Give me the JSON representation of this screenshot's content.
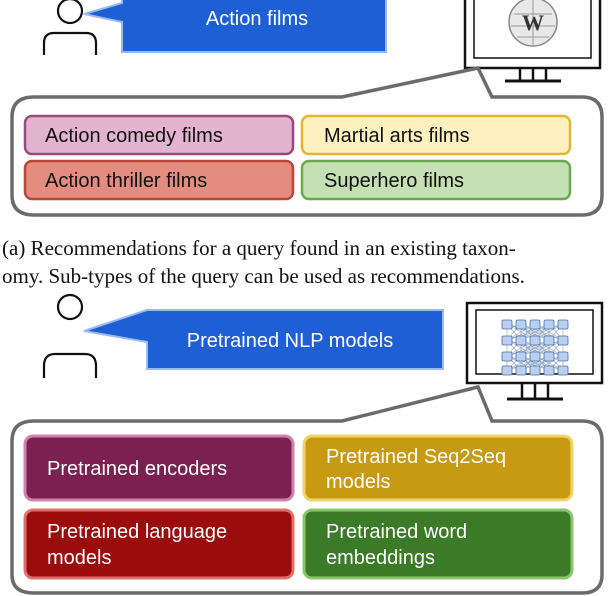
{
  "panel_a": {
    "query": "Action films",
    "recommendations": [
      "Action comedy films",
      "Martial arts films",
      "Action thriller films",
      "Superhero films"
    ],
    "caption_line1": "(a) Recommendations for a query found in an existing taxon-",
    "caption_line2": "omy. Sub-types of the query can be used as recommendations.",
    "monitor_icon": "wikipedia-globe-icon"
  },
  "panel_b": {
    "query": "Pretrained NLP models",
    "recommendations": [
      {
        "line1": "Pretrained encoders",
        "line2": ""
      },
      {
        "line1": "Pretrained Seq2Seq",
        "line2": "models"
      },
      {
        "line1": "Pretrained language",
        "line2": "models"
      },
      {
        "line1": "Pretrained word",
        "line2": "embeddings"
      }
    ],
    "monitor_icon": "neural-network-icon"
  },
  "colors": {
    "query_bubble": "#1f5fd6",
    "a_box1_fill": "#e2b4cf",
    "a_box1_stroke": "#9c4a7c",
    "a_box2_fill": "#fdf1bf",
    "a_box2_stroke": "#e2b72f",
    "a_box3_fill": "#e58c80",
    "a_box3_stroke": "#b8463d",
    "a_box4_fill": "#c4e0b4",
    "a_box4_stroke": "#6aa84f",
    "b_box1_fill": "#7b2050",
    "b_box1_stroke": "#d081ac",
    "b_box2_fill": "#c89a12",
    "b_box2_stroke": "#f2d36b",
    "b_box3_fill": "#9b0c0c",
    "b_box3_stroke": "#e07070",
    "b_box4_fill": "#3b7a26",
    "b_box4_stroke": "#8cc56f"
  }
}
